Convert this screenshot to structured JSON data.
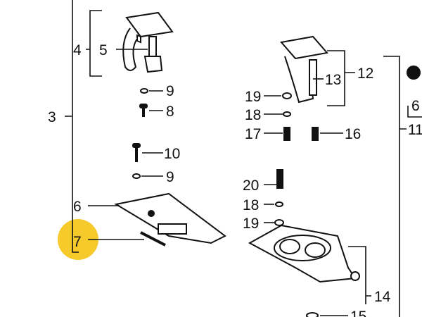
{
  "diagram": {
    "labels": {
      "l3": "3",
      "l4": "4",
      "l5": "5",
      "l9a": "9",
      "l8": "8",
      "l10": "10",
      "l9b": "9",
      "l6": "6",
      "l7": "7",
      "l12": "12",
      "l13": "13",
      "l19a": "19",
      "l18a": "18",
      "l17": "17",
      "l16": "16",
      "l20": "20",
      "l18b": "18",
      "l19b": "19",
      "l14": "14",
      "l15": "15",
      "l11": "11",
      "l6r": "6"
    },
    "highlight": {
      "label": "7",
      "color": "#f5c518"
    }
  }
}
